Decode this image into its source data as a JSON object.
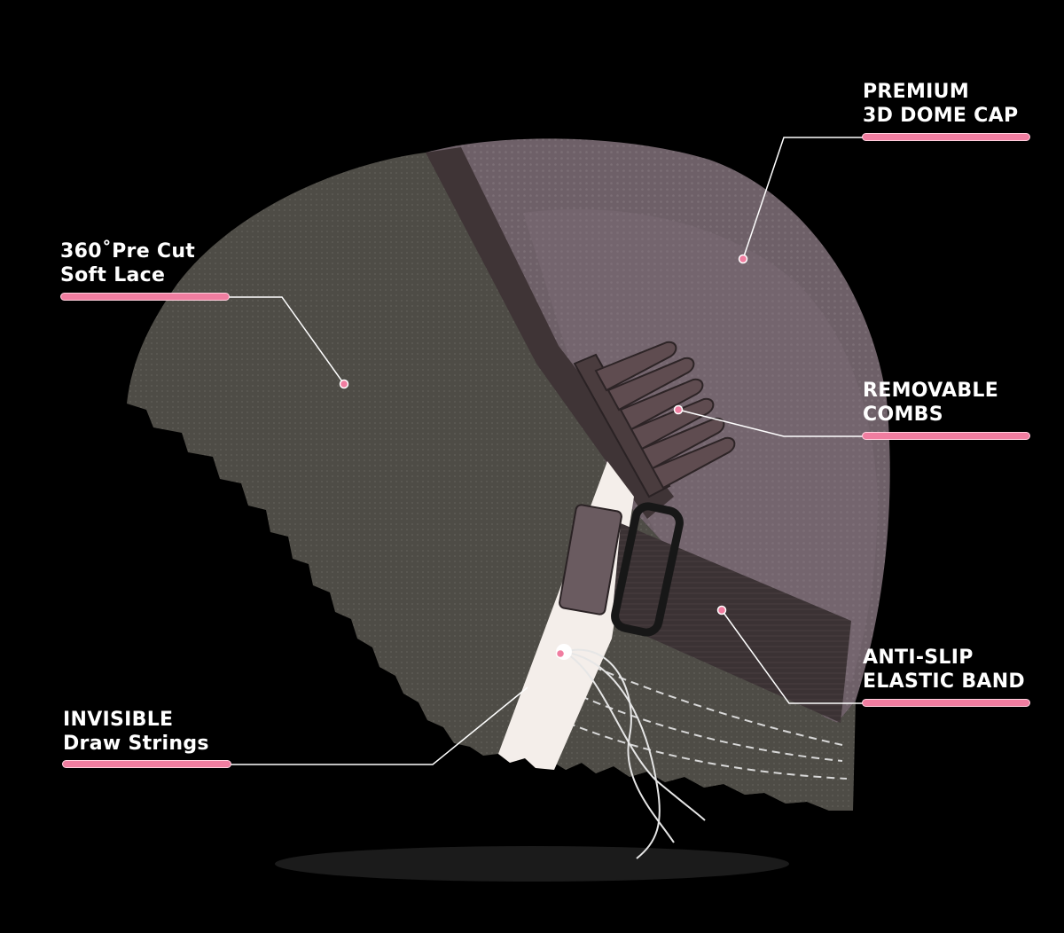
{
  "colors": {
    "background": "#000000",
    "accent": "#f07da0",
    "lace": "#4e4c46",
    "dome": "#6e6068",
    "band": "#3b3234",
    "strip": "#f4eeea"
  },
  "callouts": [
    {
      "id": "premium-dome-cap",
      "lines": [
        "PREMIUM",
        "3D DOME CAP"
      ]
    },
    {
      "id": "pre-cut-lace",
      "lines": [
        "360˚Pre Cut",
        "Soft Lace"
      ]
    },
    {
      "id": "removable-combs",
      "lines": [
        "REMOVABLE",
        "COMBS"
      ]
    },
    {
      "id": "elastic-band",
      "lines": [
        "ANTI-SLIP",
        "ELASTIC BAND"
      ]
    },
    {
      "id": "draw-strings",
      "lines": [
        "INVISIBLE",
        "Draw Strings"
      ]
    }
  ]
}
